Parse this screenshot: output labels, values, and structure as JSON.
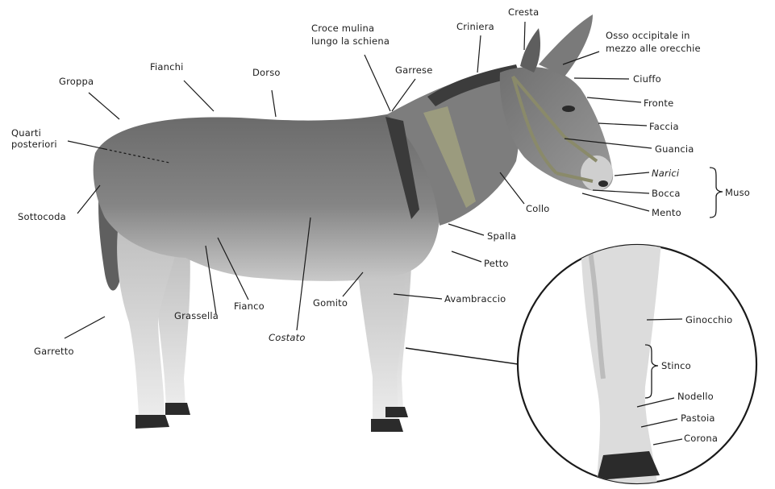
{
  "labels": {
    "groppa": "Groppa",
    "fianchi": "Fianchi",
    "dorso": "Dorso",
    "croce_line1": "Croce mulina",
    "croce_line2": "lungo la schiena",
    "garrese": "Garrese",
    "criniera": "Criniera",
    "cresta": "Cresta",
    "osso_line1": "Osso occipitale in",
    "osso_line2": "mezzo alle orecchie",
    "ciuffo": "Ciuffo",
    "fronte": "Fronte",
    "faccia": "Faccia",
    "guancia": "Guancia",
    "narici": "Narici",
    "bocca": "Bocca",
    "mento": "Mento",
    "muso": "Muso",
    "collo": "Collo",
    "quarti_line1": "Quarti",
    "quarti_line2": "posteriori",
    "sottocoda": "Sottocoda",
    "spalla": "Spalla",
    "petto": "Petto",
    "avambraccio": "Avambraccio",
    "gomito": "Gomito",
    "fianco": "Fianco",
    "grassella": "Grassella",
    "costato": "Costato",
    "garretto": "Garretto",
    "ginocchio": "Ginocchio",
    "stinco": "Stinco",
    "nodello": "Nodello",
    "pastoia": "Pastoia",
    "corona": "Corona"
  },
  "colors": {
    "body_dark": "#6d6d6d",
    "body_mid": "#8c8c8c",
    "belly_light": "#d4d4d4",
    "leg_light": "#e6e6e6",
    "hoof": "#2b2b2b",
    "line": "#1a1a1a"
  }
}
